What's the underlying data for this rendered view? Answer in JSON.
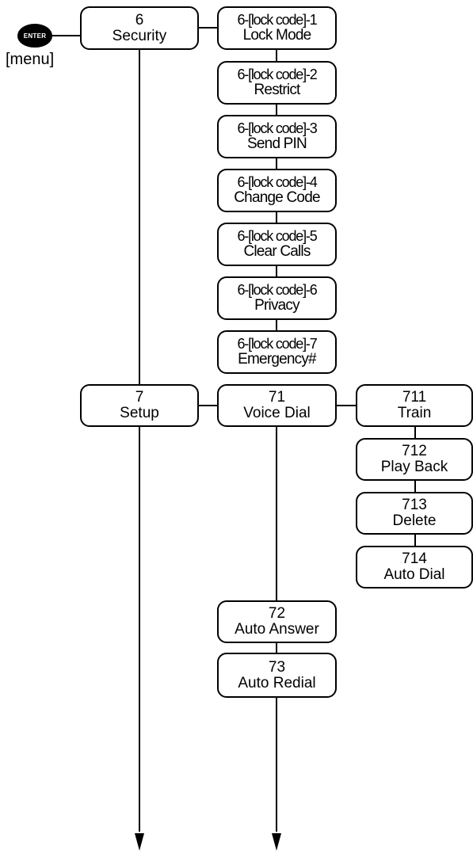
{
  "enter_key": {
    "label": "ENTER",
    "icon": "enter-key-icon"
  },
  "menu_label": "[menu]",
  "security": {
    "code": "6",
    "label": "Security"
  },
  "security_items": [
    {
      "code": "6-[lock code]-1",
      "label": "Lock Mode"
    },
    {
      "code": "6-[lock code]-2",
      "label": "Restrict"
    },
    {
      "code": "6-[lock code]-3",
      "label": "Send PIN"
    },
    {
      "code": "6-[lock code]-4",
      "label": "Change Code"
    },
    {
      "code": "6-[lock code]-5",
      "label": "Clear Calls"
    },
    {
      "code": "6-[lock code]-6",
      "label": "Privacy"
    },
    {
      "code": "6-[lock code]-7",
      "label": "Emergency#"
    }
  ],
  "setup": {
    "code": "7",
    "label": "Setup"
  },
  "setup_items": [
    {
      "code": "71",
      "label": "Voice Dial"
    },
    {
      "code": "72",
      "label": "Auto Answer"
    },
    {
      "code": "73",
      "label": "Auto Redial"
    }
  ],
  "voice_dial_items": [
    {
      "code": "711",
      "label": "Train"
    },
    {
      "code": "712",
      "label": "Play Back"
    },
    {
      "code": "713",
      "label": "Delete"
    },
    {
      "code": "714",
      "label": "Auto Dial"
    }
  ]
}
